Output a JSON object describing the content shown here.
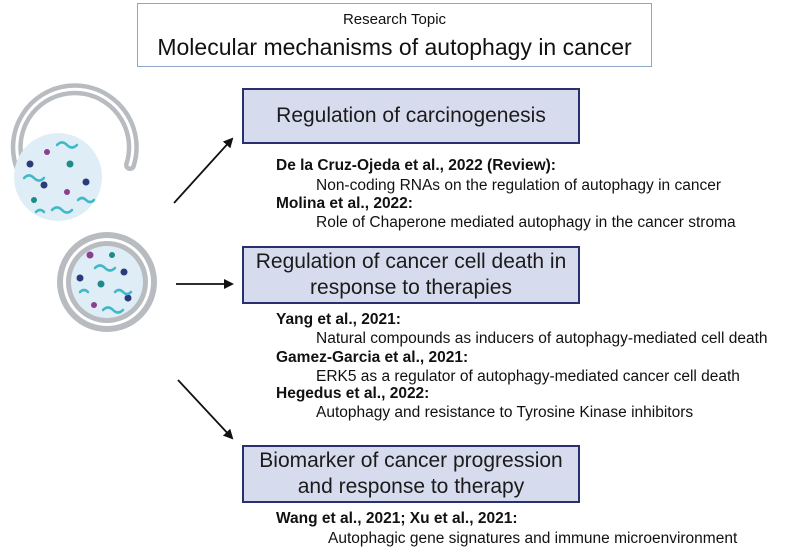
{
  "topic": {
    "label": "Research Topic",
    "title": "Molecular mechanisms of autophagy in cancer"
  },
  "sections": [
    {
      "title_lines": [
        "Regulation of carcinogenesis"
      ],
      "entries": [
        {
          "ref": "De la Cruz-Ojeda et al., 2022 (Review):",
          "desc": "Non-coding RNAs on the regulation of autophagy in cancer"
        },
        {
          "ref": "Molina et al., 2022:",
          "desc": "Role of Chaperone mediated autophagy in the cancer stroma"
        }
      ]
    },
    {
      "title_lines": [
        "Regulation of cancer cell death in",
        "response to therapies"
      ],
      "entries": [
        {
          "ref": "Yang et al., 2021:",
          "desc": "Natural compounds as inducers of autophagy-mediated cell death"
        },
        {
          "ref": "Gamez-Garcia et al., 2021:",
          "desc": "ERK5 as a regulator of autophagy-mediated cancer cell death"
        },
        {
          "ref": "Hegedus et al., 2022:",
          "desc": "Autophagy and resistance to Tyrosine Kinase inhibitors"
        }
      ]
    },
    {
      "title_lines": [
        "Biomarker of cancer progression",
        "and response to therapy"
      ],
      "entries": [
        {
          "ref": "Wang et al., 2021; Xu et al., 2021:",
          "desc": "Autophagic gene signatures and immune microenvironment"
        }
      ]
    }
  ],
  "colors": {
    "box_fill": "#d7dbee",
    "box_border": "#2a2f6e",
    "topic_border": "#8ea7c8",
    "membrane": "#b8bcc0",
    "lumen": "#dfeef6",
    "squiggle": "#3fb8c8",
    "dot_navy": "#2b3a7a",
    "dot_purple": "#8a3f8f",
    "dot_teal": "#1f8a8a"
  }
}
